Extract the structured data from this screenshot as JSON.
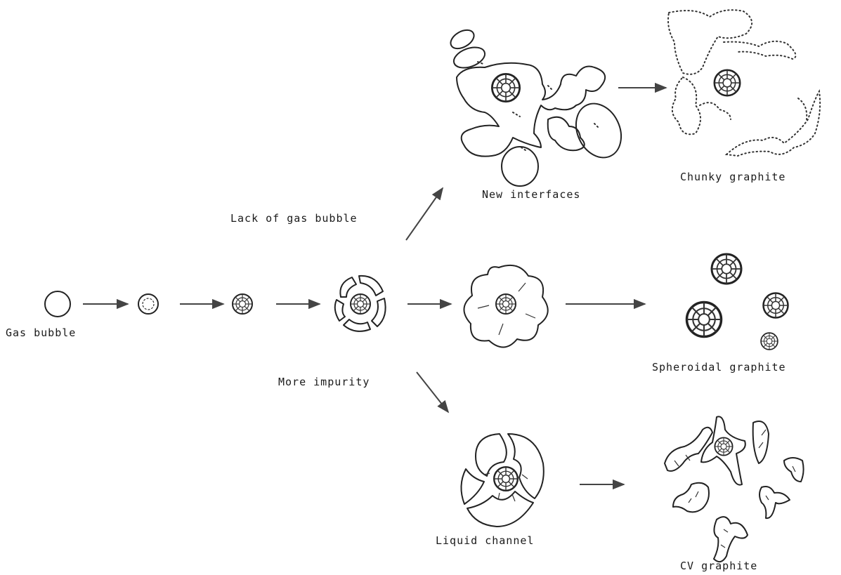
{
  "labels": {
    "gas_bubble": "Gas bubble",
    "lack_of_gas_bubble": "Lack of gas bubble",
    "more_impurity": "More impurity",
    "new_interfaces": "New interfaces",
    "chunky_graphite": "Chunky graphite",
    "spheroidal_graphite": "Spheroidal graphite",
    "liquid_channel": "Liquid channel",
    "cv_graphite": "CV graphite"
  },
  "colors": {
    "ink": "#222222",
    "arrow": "#444444",
    "background": "#ffffff"
  }
}
